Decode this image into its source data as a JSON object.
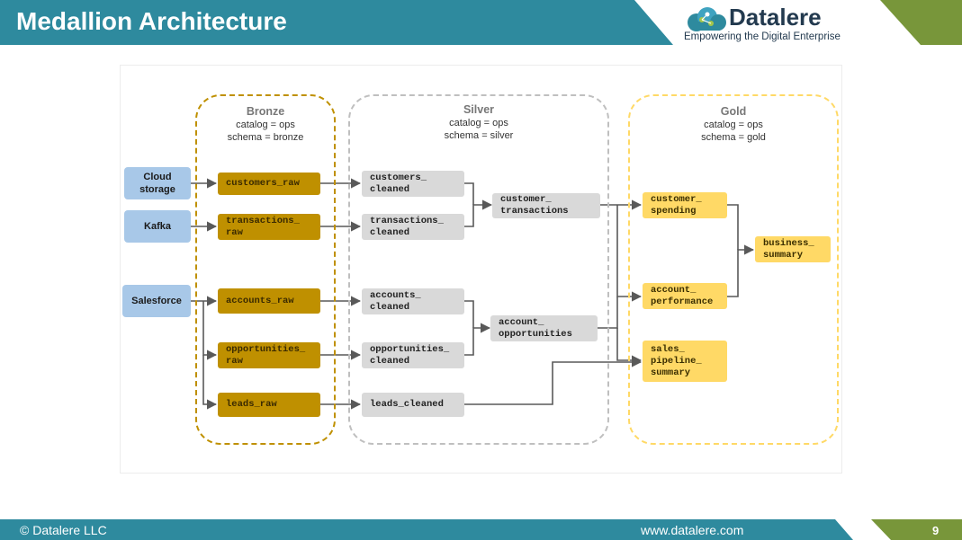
{
  "header": {
    "title": "Medallion Architecture",
    "logo_name": "Datalere",
    "logo_tagline": "Empowering the Digital Enterprise",
    "colors": {
      "teal": "#2e8a9e",
      "green": "#78963a",
      "navy": "#233a4f"
    }
  },
  "zones": {
    "bronze": {
      "title": "Bronze",
      "subtitle": "catalog = ops\nschema = bronze",
      "color": "#bf9000"
    },
    "silver": {
      "title": "Silver",
      "subtitle": "catalog = ops\nschema = silver",
      "color": "#bfbfbf"
    },
    "gold": {
      "title": "Gold",
      "subtitle": "catalog = ops\nschema = gold",
      "color": "#ffd966"
    }
  },
  "sources": {
    "cloud_storage": "Cloud\nstorage",
    "kafka": "Kafka",
    "salesforce": "Salesforce"
  },
  "bronze_tables": {
    "customers_raw": "customers_raw",
    "transactions_raw": "transactions_\nraw",
    "accounts_raw": "accounts_raw",
    "opportunities_raw": "opportunities_\nraw",
    "leads_raw": "leads_raw"
  },
  "silver_tables": {
    "customers_cleaned": "customers_\ncleaned",
    "transactions_cleaned": "transactions_\ncleaned",
    "customer_transactions": "customer_\ntransactions",
    "accounts_cleaned": "accounts_\ncleaned",
    "opportunities_cleaned": "opportunities_\ncleaned",
    "account_opportunities": "account_\nopportunities",
    "leads_cleaned": "leads_cleaned"
  },
  "gold_tables": {
    "customer_spending": "customer_\nspending",
    "account_performance": "account_\nperformance",
    "business_summary": "business_\nsummary",
    "sales_pipeline_summary": "sales_\npipeline_\nsummary"
  },
  "footer": {
    "copyright": "© Datalere LLC",
    "url": "www.datalere.com",
    "page_number": "9"
  }
}
